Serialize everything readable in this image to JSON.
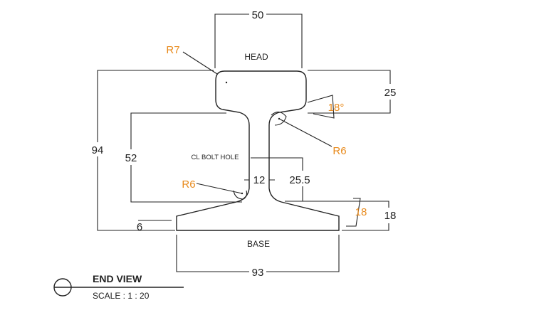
{
  "labels": {
    "head": "HEAD",
    "base": "BASE",
    "bolt_hole": "CL BOLT HOLE",
    "title": "END VIEW",
    "scale": "SCALE : 1 : 20"
  },
  "dimensions": {
    "head_width": "50",
    "head_height": "25",
    "total_height": "94",
    "web_height": "52",
    "web_thickness": "12",
    "bolt_hole_height": "25.5",
    "base_flange_height": "18",
    "base_edge": "6",
    "base_width": "93"
  },
  "annotations": {
    "r7": "R7",
    "r6_top": "R6",
    "r6_bottom": "R6",
    "angle_head": "18°",
    "angle_base": "18"
  },
  "colors": {
    "annotation": "#e88a1c",
    "line": "#222222"
  }
}
